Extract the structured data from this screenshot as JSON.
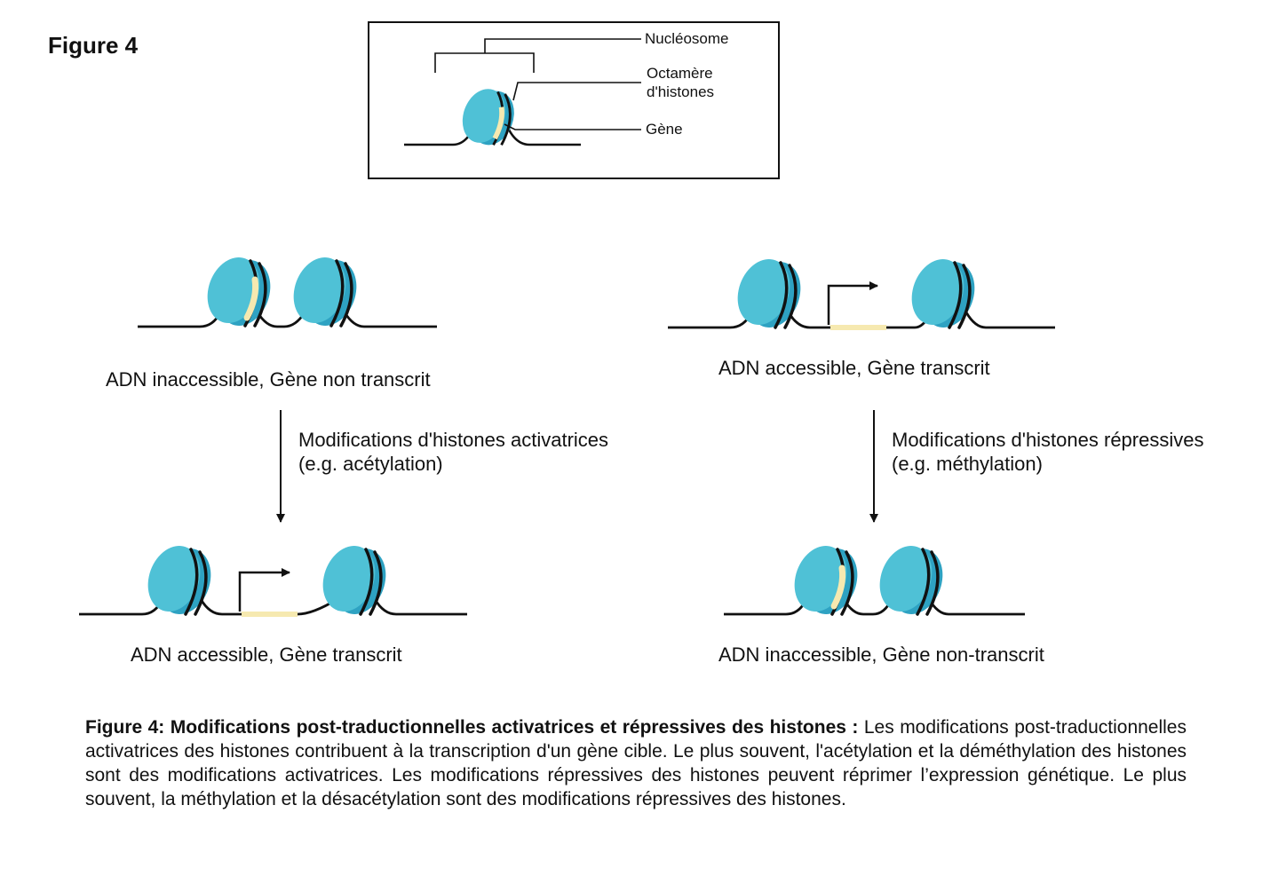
{
  "figure_label": "Figure 4",
  "legend": {
    "nucleosome": "Nucléosome",
    "octamer_line1": "Octamère",
    "octamer_line2": "d'histones",
    "gene": "Gène"
  },
  "left_panel": {
    "top_state": "ADN inaccessible, Gène non transcrit",
    "modification_line1": "Modifications d'histones activatrices",
    "modification_line2": "(e.g. acétylation)",
    "bottom_state": "ADN accessible, Gène transcrit"
  },
  "right_panel": {
    "top_state": "ADN accessible, Gène transcrit",
    "modification_line1": "Modifications d'histones répressives",
    "modification_line2": "(e.g. méthylation)",
    "bottom_state": "ADN inaccessible, Gène non-transcrit"
  },
  "caption": {
    "bold": "Figure 4: Modifications post-traductionnelles activatrices et répressives des histones :",
    "text": " Les modifications post-traductionnelles activatrices des histones contribuent à la transcription d'un gène cible. Le plus souvent, l'acétylation et la déméthylation des histones sont des modifications activatrices. Les modifications répressives des histones peuvent réprimer l’expression génétique. Le plus souvent, la méthylation et la désacétylation sont des modifications répressives des histones."
  },
  "colors": {
    "nucleosome_face": "#4fc1d6",
    "nucleosome_side": "#2ea2c2",
    "gene": "#f6e9b0",
    "dna": "#111111"
  }
}
